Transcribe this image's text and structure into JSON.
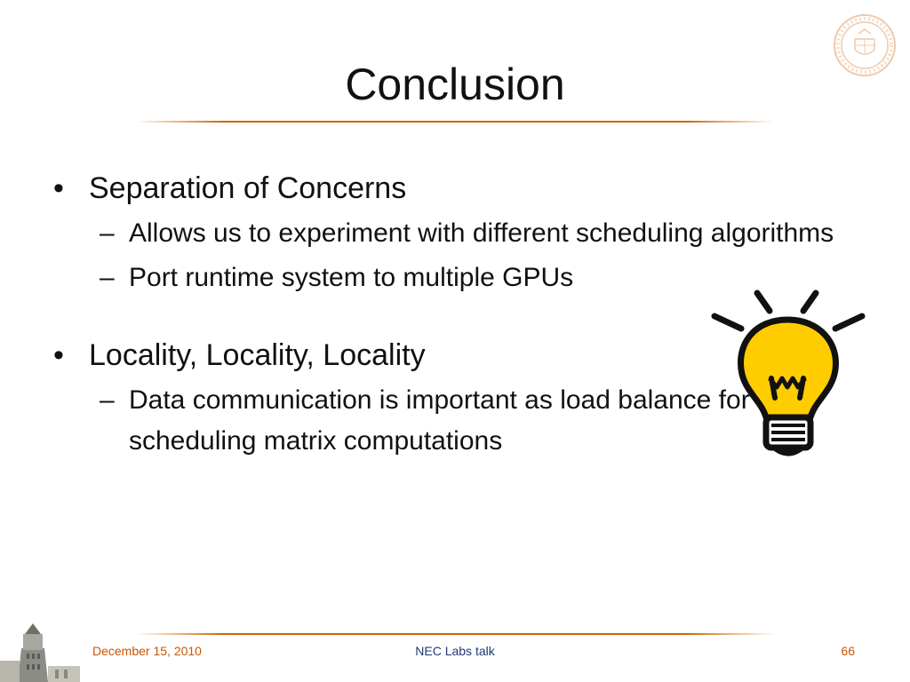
{
  "slide": {
    "title": "Conclusion",
    "bullets": [
      {
        "text": "Separation of Concerns",
        "subitems": [
          "Allows us to experiment with different scheduling algorithms",
          "Port runtime system to multiple GPUs"
        ]
      },
      {
        "text": "Locality, Locality, Locality",
        "subitems": [
          "Data communication is important as load balance for scheduling matrix computations"
        ]
      }
    ],
    "bullet_glyph": "•",
    "sub_glyph": "–"
  },
  "footer": {
    "date": "December 15, 2010",
    "center": "NEC Labs talk",
    "page": "66"
  },
  "colors": {
    "accent": "#cc6600",
    "bulb_fill": "#ffcc00",
    "bulb_outline": "#111111",
    "footer_center": "#1f3a73"
  },
  "icons": {
    "bulb": "lightbulb-icon",
    "seal": "university-seal-logo",
    "tower": "ut-tower-logo"
  }
}
